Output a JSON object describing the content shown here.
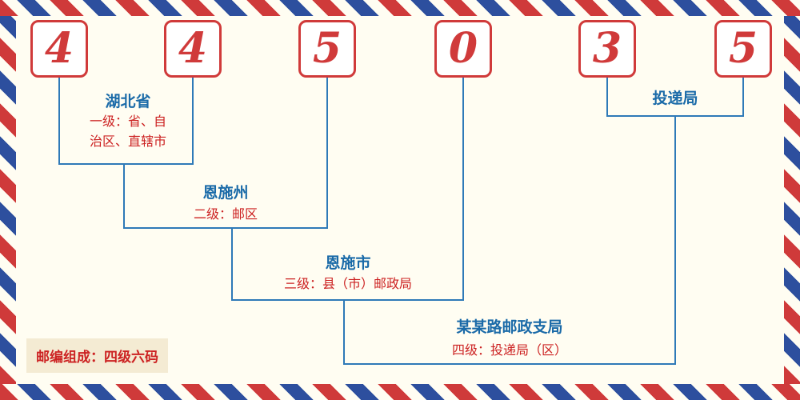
{
  "postal_code": {
    "digits": [
      "4",
      "4",
      "5",
      "0",
      "3",
      "5"
    ]
  },
  "levels": [
    {
      "name": "湖北省",
      "desc": "一级：省、自\n治区、直辖市"
    },
    {
      "name": "恩施州",
      "desc": "二级：邮区"
    },
    {
      "name": "恩施市",
      "desc": "三级：县（市）邮政局"
    },
    {
      "name": "某某路邮政支局",
      "desc": "四级：投递局（区）"
    },
    {
      "name": "投递局"
    }
  ],
  "footer": {
    "composition": "邮编组成：四级六码"
  },
  "colors": {
    "digit_red": "#d03a3a",
    "label_blue": "#1a6aa8",
    "desc_red": "#cc2222",
    "line_blue": "#2f7ab8",
    "stripe_red": "#cf3a3a",
    "stripe_blue": "#2d4f9e",
    "background": "#fffdf2"
  }
}
